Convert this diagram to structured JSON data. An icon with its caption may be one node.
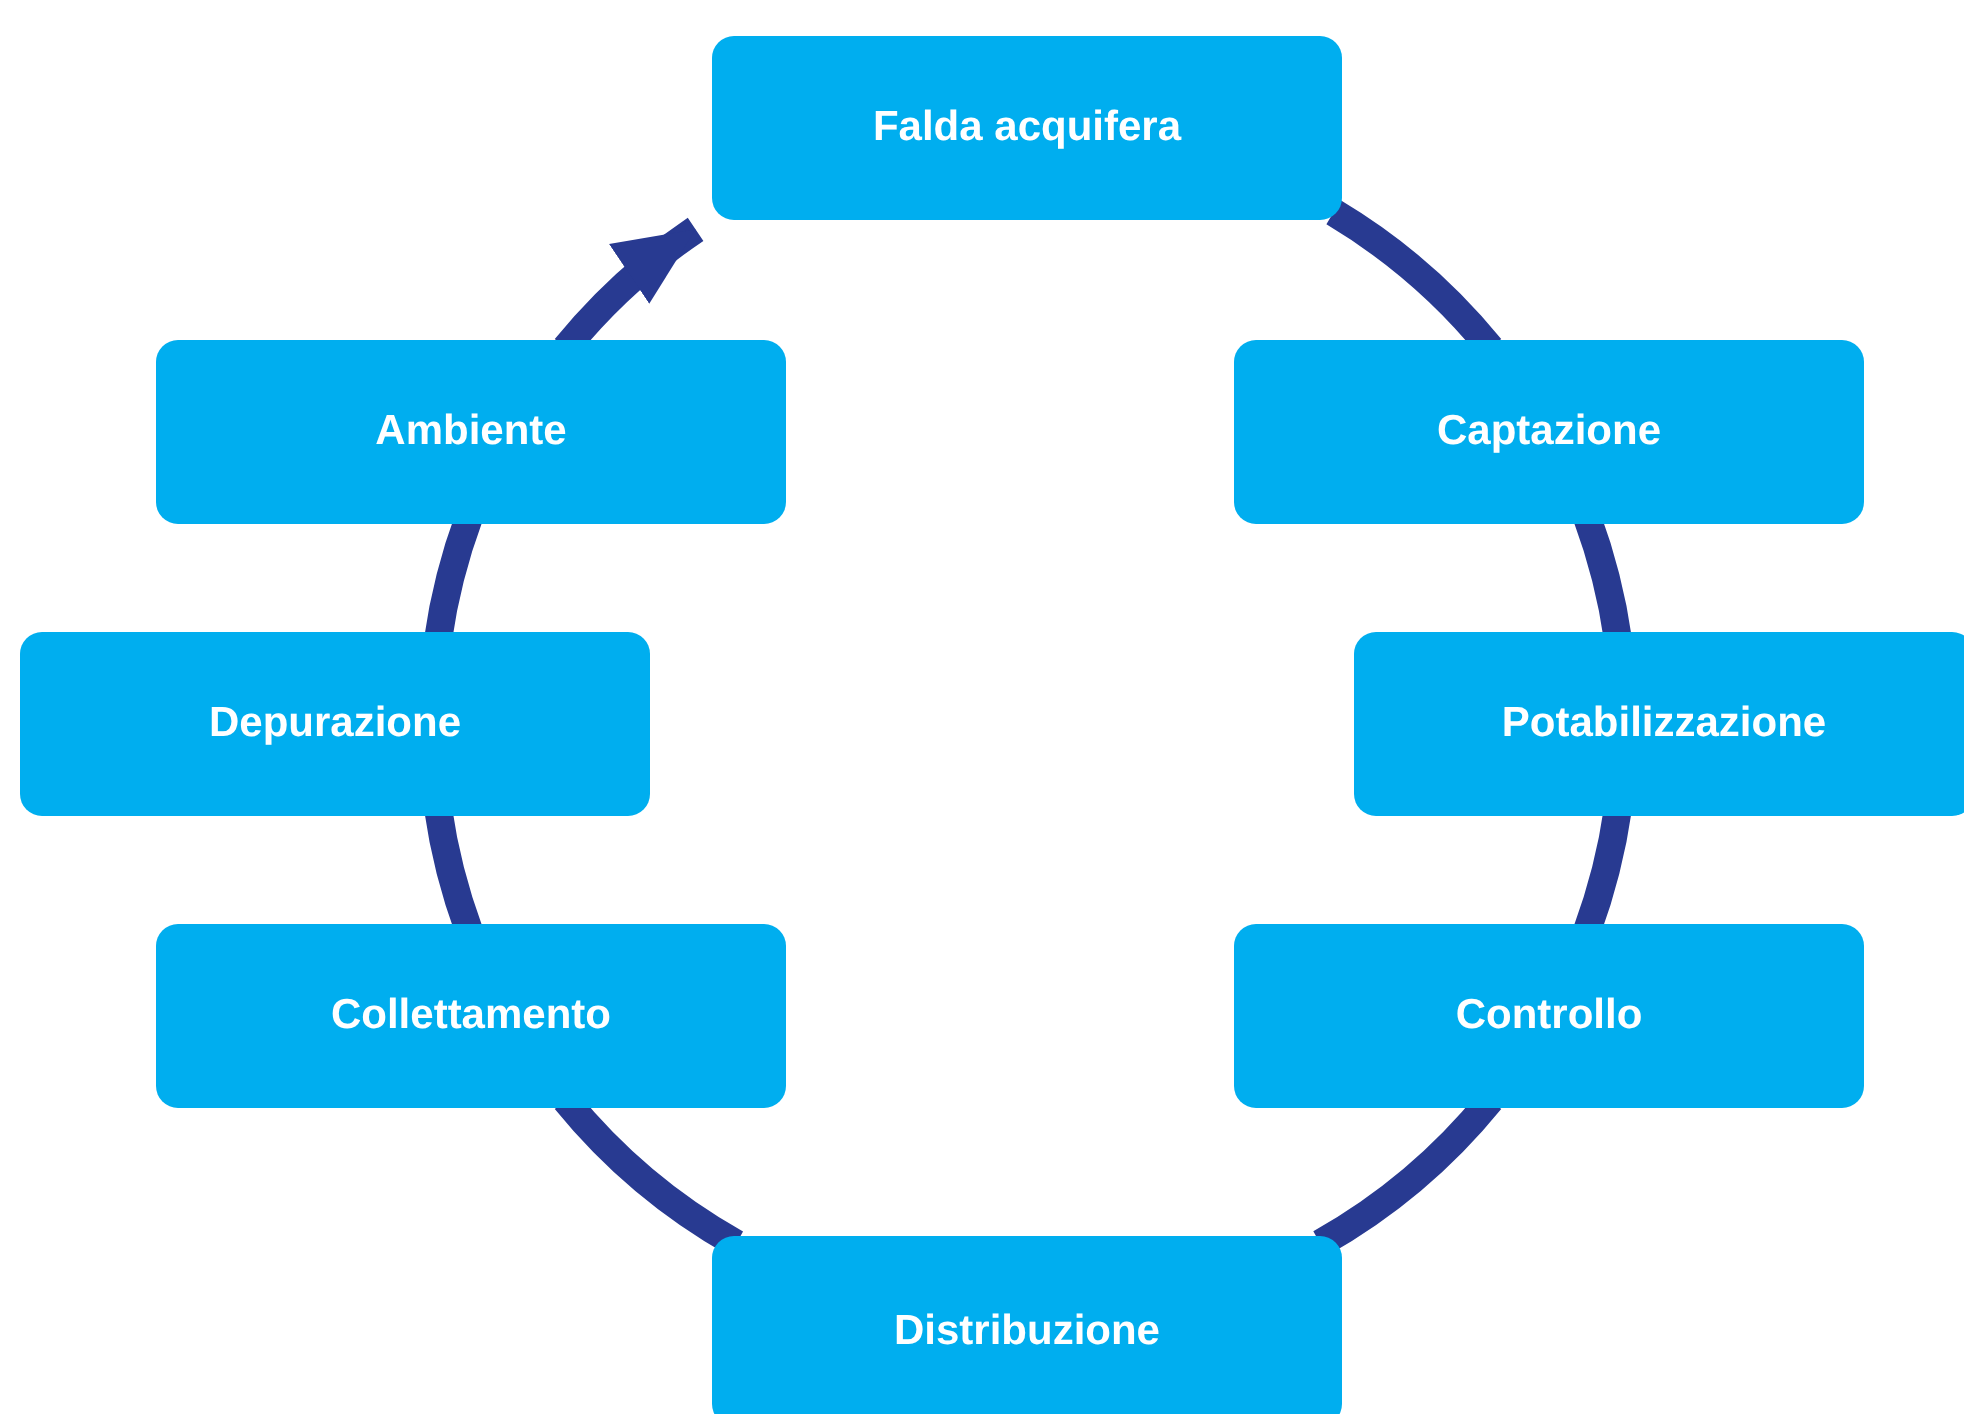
{
  "diagram": {
    "nodes": [
      {
        "text": [
          "Falda acquifera"
        ]
      },
      {
        "text": [
          "Captazione"
        ]
      },
      {
        "text": [
          "Potabilizzazione"
        ]
      },
      {
        "text": [
          "Controllo"
        ]
      },
      {
        "text": [
          "Distribuzione"
        ]
      },
      {
        "text": [
          "Collettamento"
        ]
      },
      {
        "text": [
          "Depurazione"
        ]
      },
      {
        "text": [
          "Ambiente"
        ]
      }
    ],
    "edges": [
      {
        "from": 0,
        "to": 1,
        "arrow": "none"
      },
      {
        "from": 1,
        "to": 2,
        "arrow": "none"
      },
      {
        "from": 2,
        "to": 3,
        "arrow": "none"
      },
      {
        "from": 3,
        "to": 4,
        "arrow": "none"
      },
      {
        "from": 4,
        "to": 5,
        "arrow": "none"
      },
      {
        "from": 5,
        "to": 6,
        "arrow": "none"
      },
      {
        "from": 6,
        "to": 7,
        "arrow": "none"
      },
      {
        "from": 7,
        "to": 0,
        "arrow": "to"
      }
    ]
  }
}
